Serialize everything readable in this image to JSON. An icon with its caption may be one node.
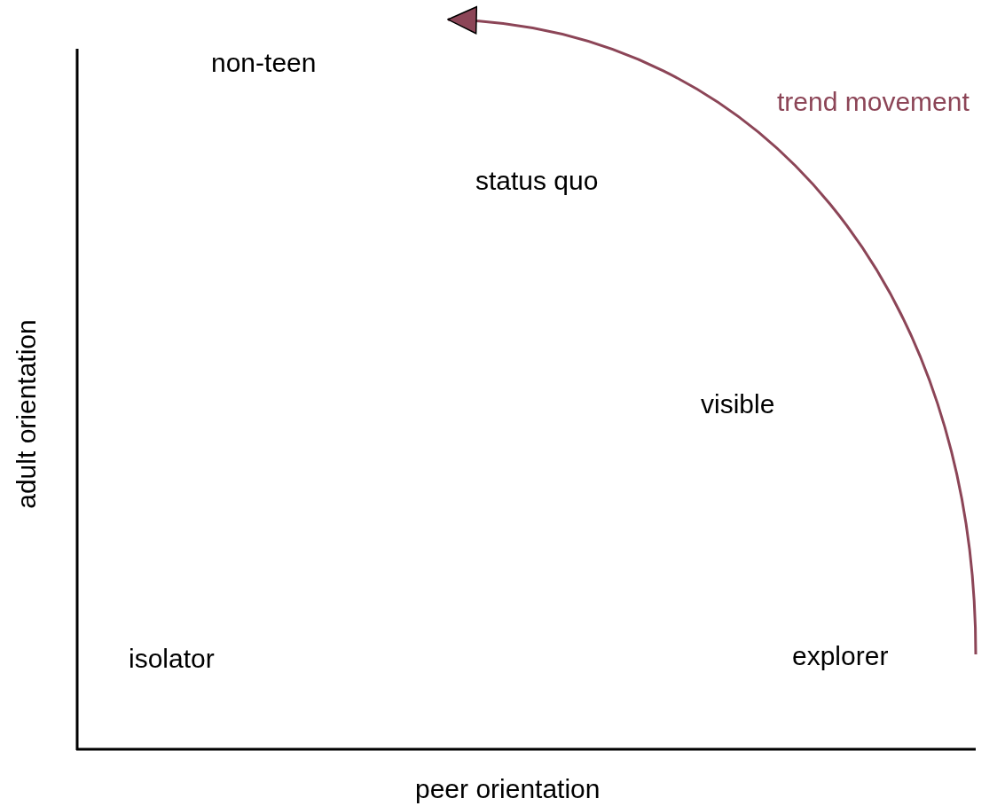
{
  "diagram": {
    "labels": [
      "non-teen",
      "trend movement",
      "status quo",
      "visible",
      "adult orientation",
      "isolator",
      "explorer",
      "peer orientation"
    ]
  }
}
